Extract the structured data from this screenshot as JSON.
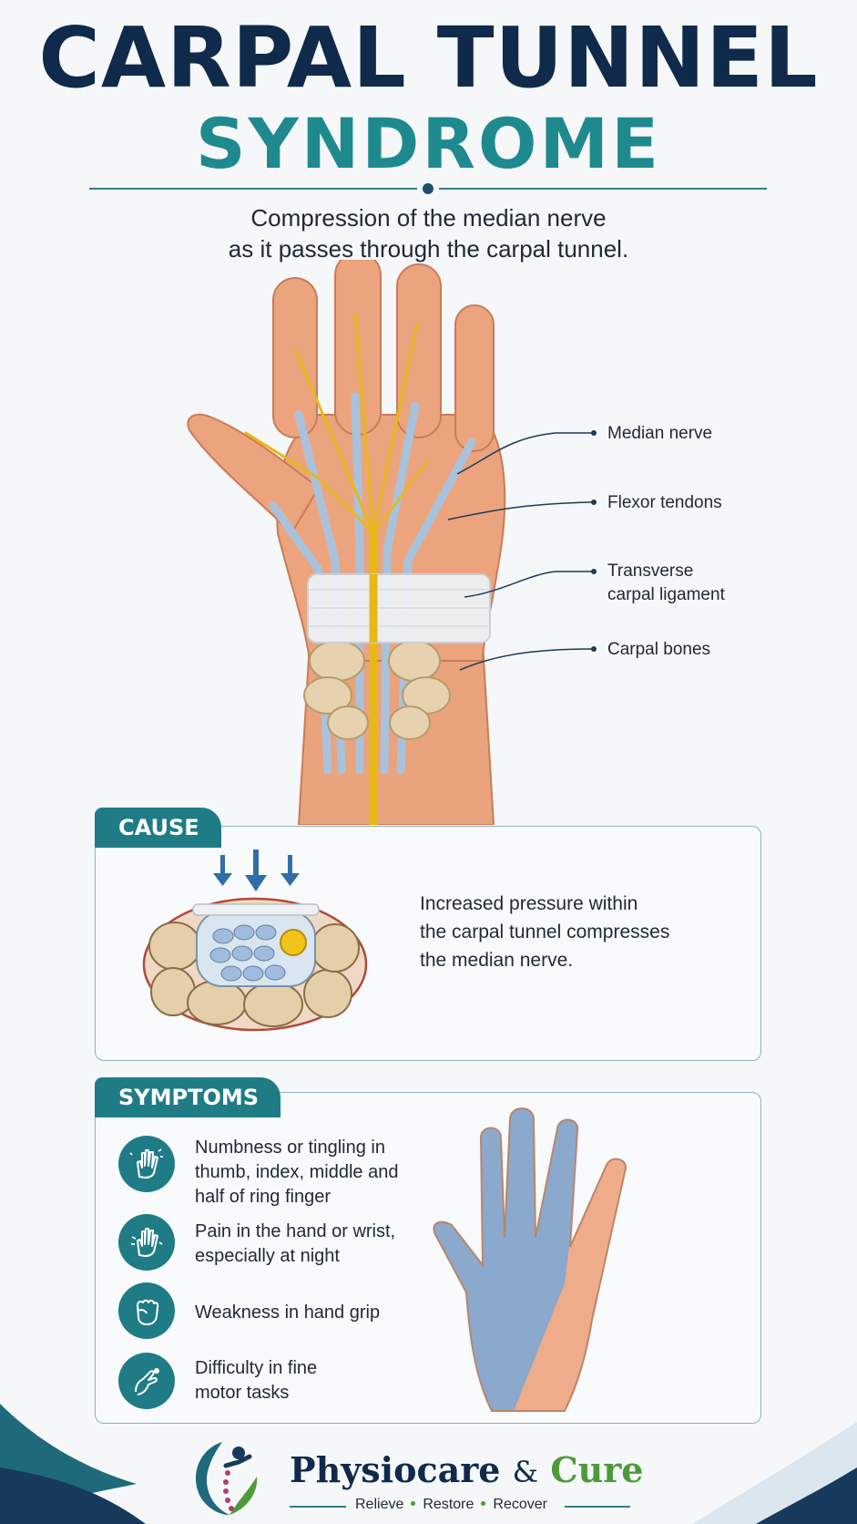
{
  "header": {
    "title_line1": "CARPAL TUNNEL",
    "title_line2": "SYNDROME",
    "subtitle_line1": "Compression of the median nerve",
    "subtitle_line2": "as it passes through the carpal tunnel."
  },
  "anatomy": {
    "labels": {
      "median_nerve": "Median nerve",
      "flexor_tendons": "Flexor tendons",
      "ligament_line1": "Transverse",
      "ligament_line2": "carpal ligament",
      "carpal_bones": "Carpal bones"
    }
  },
  "cause": {
    "tab": "CAUSE",
    "text_line1": "Increased pressure within",
    "text_line2": "the carpal tunnel compresses",
    "text_line3": "the median nerve."
  },
  "symptoms": {
    "tab": "SYMPTOMS",
    "items": [
      {
        "icon": "tingling-hand-icon",
        "lines": [
          "Numbness or tingling in",
          "thumb, index, middle and",
          "half of ring finger"
        ]
      },
      {
        "icon": "pain-hand-icon",
        "lines": [
          "Pain in the hand or wrist,",
          "especially at night"
        ]
      },
      {
        "icon": "fist-icon",
        "lines": [
          "Weakness in hand grip"
        ]
      },
      {
        "icon": "pinch-icon",
        "lines": [
          "Difficulty in fine",
          "motor tasks"
        ]
      }
    ]
  },
  "footer": {
    "brand_part1": "Physiocare",
    "brand_amp": "&",
    "brand_part2": "Cure",
    "tag1": "Relieve",
    "tag2": "Restore",
    "tag3": "Recover"
  },
  "colors": {
    "navy": "#0f2a4a",
    "teal": "#1f8a8e",
    "tab_teal": "#1f7c86",
    "nerve_yellow": "#e8b817",
    "tendon_blue": "#a9c2dc",
    "skin": "#eba27a",
    "affected_blue": "#7fa8d4",
    "brand_green": "#4c9a3a"
  }
}
